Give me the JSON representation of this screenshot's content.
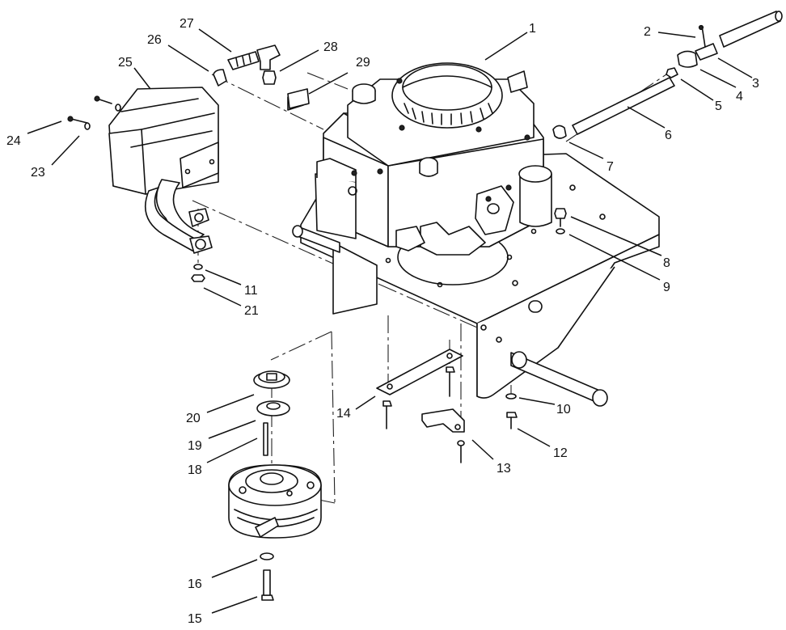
{
  "labels": [
    "1",
    "2",
    "3",
    "4",
    "5",
    "6",
    "7",
    "8",
    "9",
    "10",
    "11",
    "12",
    "13",
    "14",
    "15",
    "16",
    "18",
    "19",
    "20",
    "21",
    "23",
    "24",
    "25",
    "26",
    "27",
    "28",
    "29"
  ],
  "style": {
    "line_color": "#111111",
    "background": "#ffffff"
  }
}
